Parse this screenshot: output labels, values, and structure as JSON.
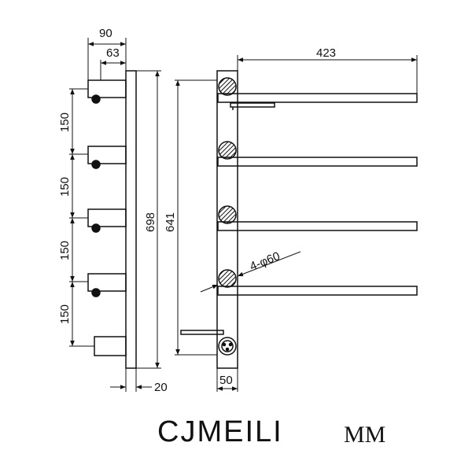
{
  "dimensions": {
    "depth_total": "90",
    "depth_arm": "63",
    "spacing": [
      "150",
      "150",
      "150",
      "150"
    ],
    "height_total": "698",
    "height_inner": "641",
    "bar_length": "423",
    "bar_diameter": "4-φ60",
    "post_thickness": "20",
    "post_width": "50"
  },
  "branding": {
    "brand": "CJMEILI",
    "model": "MM"
  }
}
